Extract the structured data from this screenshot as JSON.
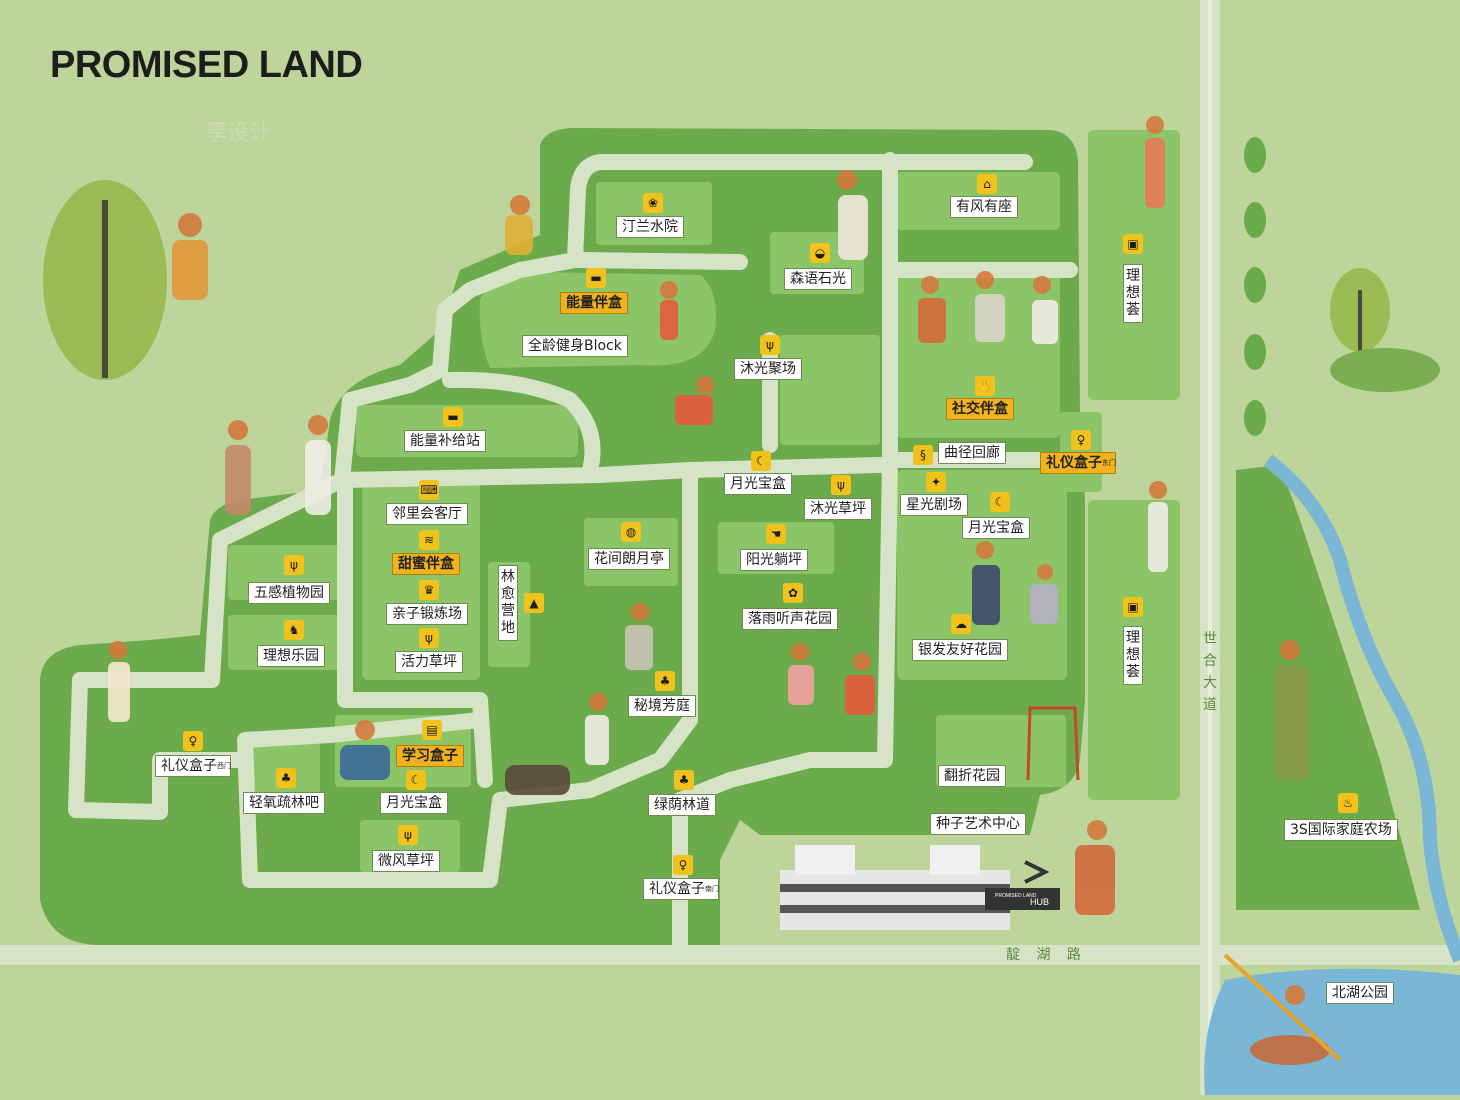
{
  "title": "PROMISED LAND",
  "colors": {
    "background": "#bdd49a",
    "park": "#6cab4c",
    "lawn": "#8cc468",
    "path": "#d6e3c6",
    "label_highlight": "#f2b21b",
    "icon_bg": "#f2c21c",
    "water": "#7ab6d5"
  },
  "labels": {
    "tinglan_water_court": "汀兰水院",
    "breeze_seat": "有风有座",
    "forest_stone": "森语石光",
    "energy_box": "能量伴盒",
    "all_age_fitness": "全龄健身Block",
    "sunlight_gathering": "沐光聚场",
    "social_box": "社交伴盒",
    "energy_station": "能量补给站",
    "winding_corridor": "曲径回廊",
    "ritual_box_east": "礼仪盒子",
    "moonlight_box_center": "月光宝盒",
    "sunlight_lawn": "沐光草坪",
    "starlight_theater": "星光剧场",
    "neighborhood_lounge": "邻里会客厅",
    "moonlight_box_right": "月光宝盒",
    "sweet_box": "甜蜜伴盒",
    "forest_camp": "林愈营地",
    "flower_pavilion": "花间朗月亭",
    "sun_lounge_lawn": "阳光躺坪",
    "five_sense_garden": "五感植物园",
    "parent_child_training": "亲子锻炼场",
    "rain_garden": "落雨听声花园",
    "silver_garden": "银发友好花园",
    "ideal_playground": "理想乐园",
    "vitality_lawn": "活力草坪",
    "secret_courtyard": "秘境芳庭",
    "ritual_box_west": "礼仪盒子",
    "study_box": "学习盒子",
    "oxygen_forest_bar": "轻氧疏林吧",
    "moonlight_box_left": "月光宝盒",
    "green_shade_path": "绿荫林道",
    "fold_garden": "翻折花园",
    "breeze_lawn": "微风草坪",
    "seed_art_center": "种子艺术中心",
    "ritual_box_south": "礼仪盒子",
    "family_farm": "3S国际家庭农场",
    "north_lake_park": "北湖公园",
    "ideal_hall_top": "理想荟",
    "ideal_hall_bottom": "理想荟",
    "gate_suffix": "东门",
    "gate_suffix_west": "西门",
    "gate_suffix_south": "南门",
    "shihe_avenue": "世合大道",
    "dianhu_road": "靛 湖 路",
    "building_sign": "PROMISED LAND",
    "hub_text": "HUB",
    "watermark": "享设计"
  },
  "icons": {
    "lotus-icon": "❀",
    "bench-icon": "⌂",
    "stone-icon": "◒",
    "dumbbell-icon": "▬",
    "grass-icon": "ψ",
    "handshake-icon": "✋",
    "moon-icon": "☾",
    "star-icon": "✦",
    "sofa-icon": "⌨",
    "layers-icon": "≋",
    "tent-icon": "▲",
    "lantern-icon": "◍",
    "flower-icon": "✿",
    "hand-icon": "☚",
    "rocking-horse-icon": "♞",
    "cloud-icon": "☁",
    "trees-icon": "♣",
    "person-gate-icon": "♀",
    "book-icon": "▤",
    "swirl-icon": "§",
    "shopping-icon": "▣",
    "farm-icon": "♨",
    "crown-icon": "♛"
  }
}
